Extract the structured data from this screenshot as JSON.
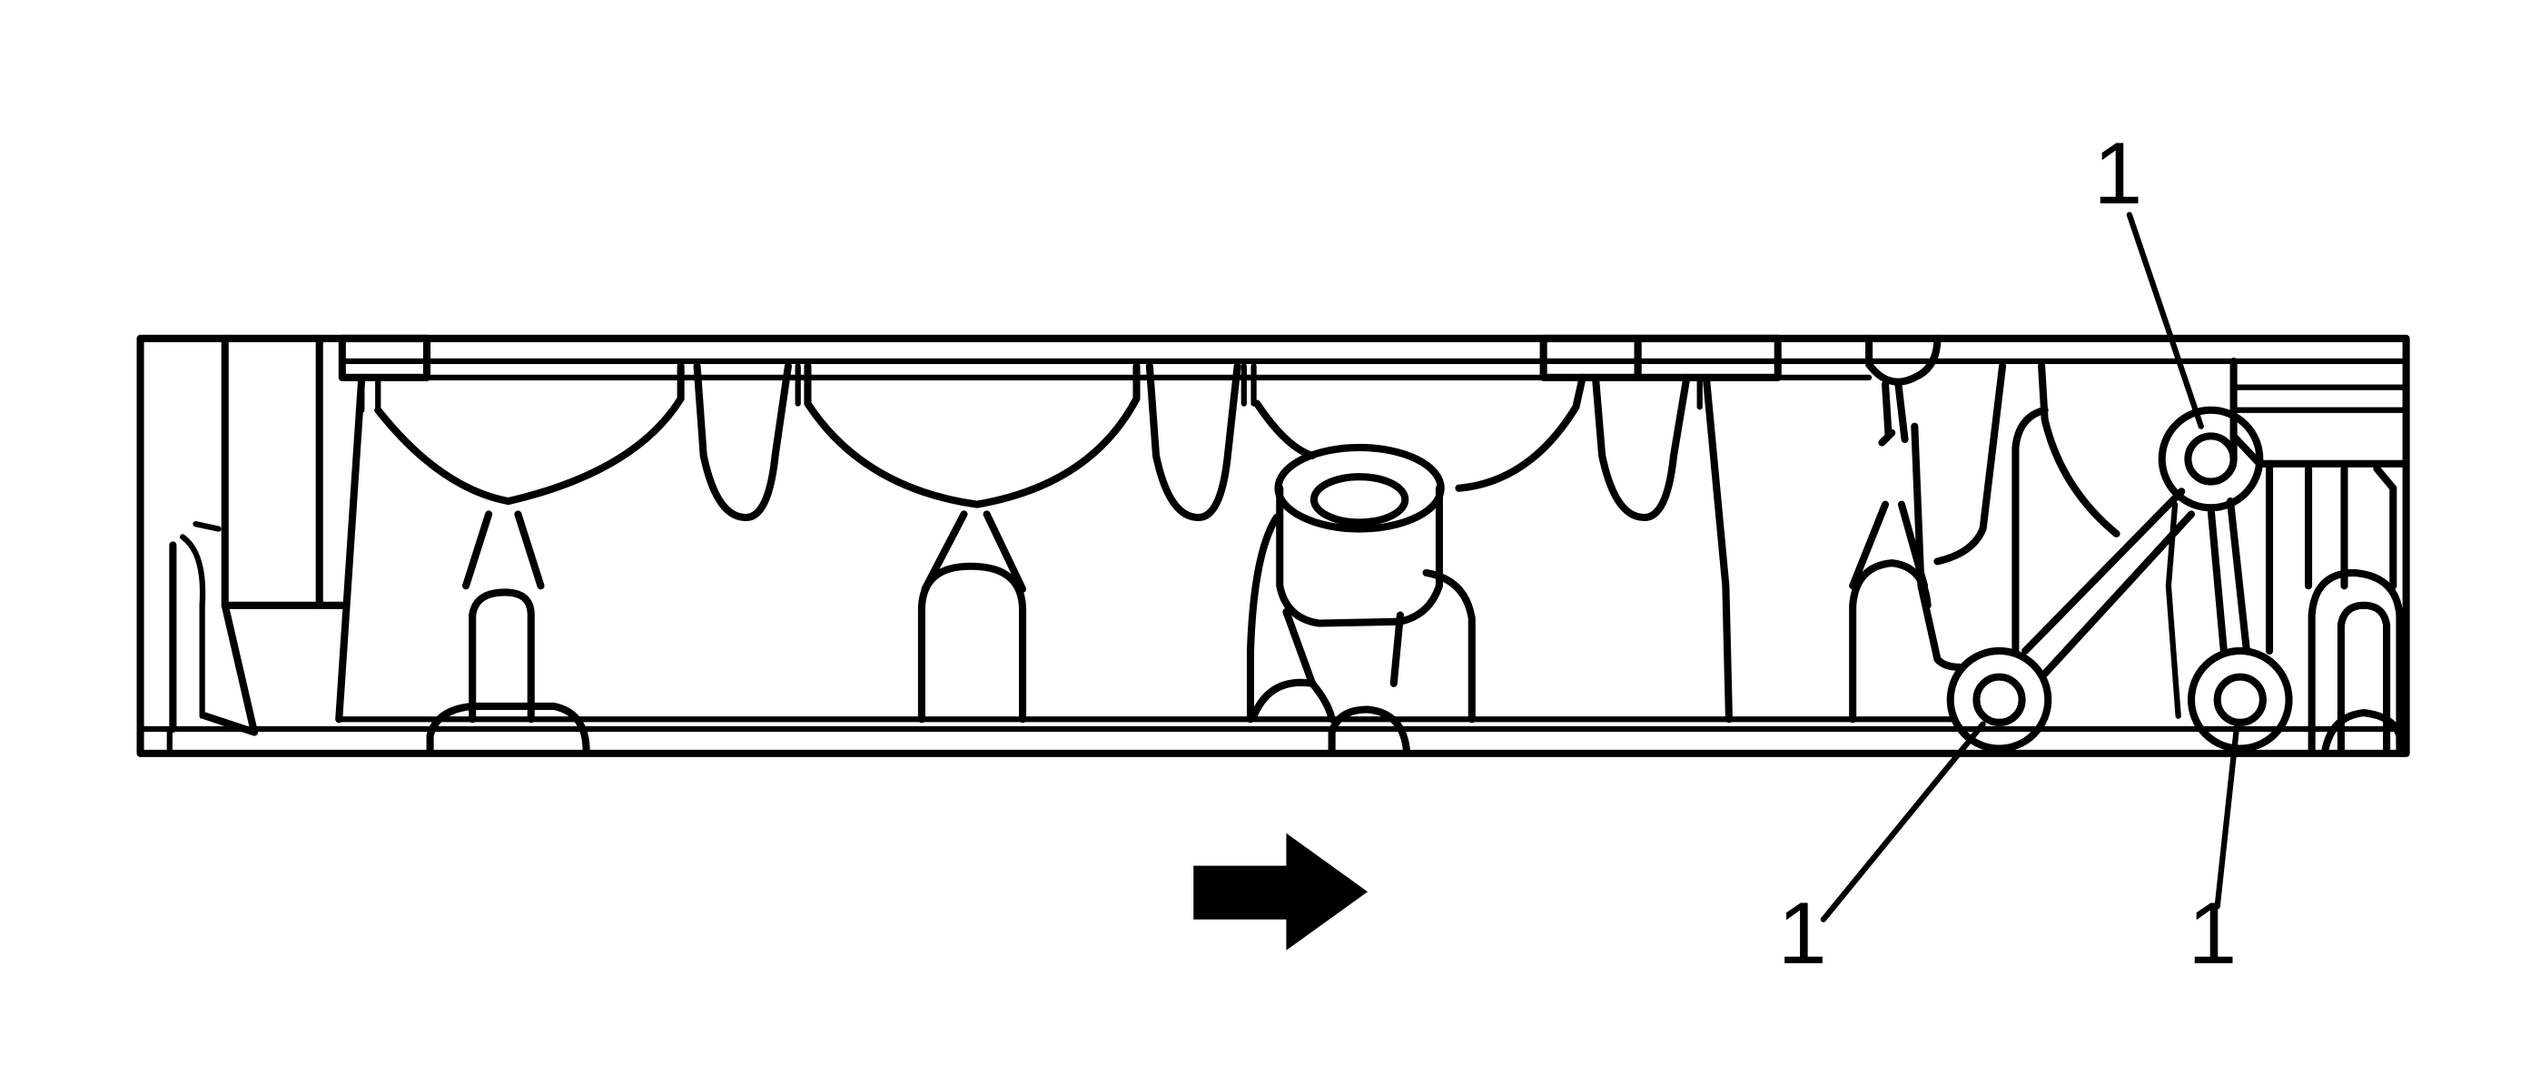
{
  "callouts": [
    {
      "label": "1"
    },
    {
      "label": "1"
    },
    {
      "label": "1"
    }
  ],
  "arrow": {
    "color": "#000000"
  },
  "colors": {
    "line": "#000000",
    "background": "#ffffff"
  }
}
